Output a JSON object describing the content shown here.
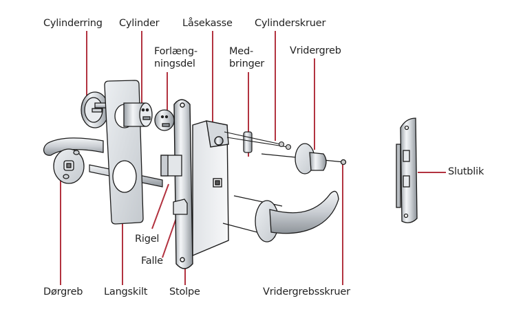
{
  "diagram": {
    "title": "Lock assembly exploded view",
    "leader_color": "#b2323f",
    "labels": {
      "cylinderring": "Cylinderring",
      "cylinder": "Cylinder",
      "laasekasse": "Låsekasse",
      "cylinderskruer": "Cylinderskruer",
      "forlaengningsdel_1": "Forlæng-",
      "forlaengningsdel_2": "ningsdel",
      "medbringer_1": "Med-",
      "medbringer_2": "bringer",
      "vridergreb": "Vridergreb",
      "slutblik": "Slutblik",
      "rigel": "Rigel",
      "falle": "Falle",
      "doergreb": "Dørgreb",
      "langskilt": "Langskilt",
      "stolpe": "Stolpe",
      "vridergrebsskruer": "Vridergrebsskruer"
    }
  }
}
